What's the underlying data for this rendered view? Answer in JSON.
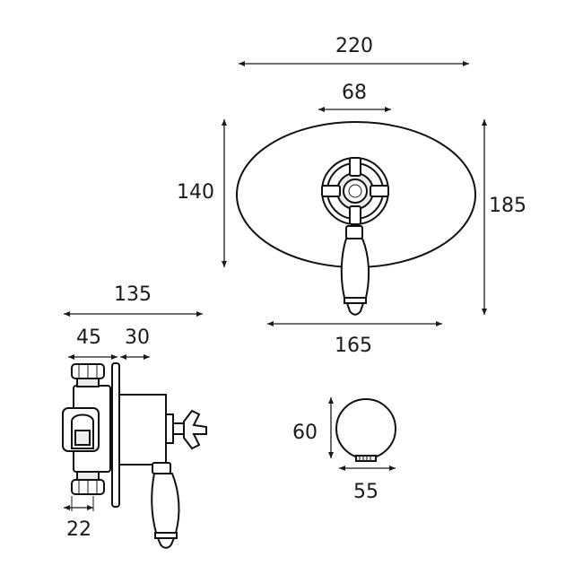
{
  "dimensions": {
    "plate_width": "220",
    "handle_width": "68",
    "plate_height": "140",
    "total_height": "185",
    "plate_bottom_width": "165",
    "side_depth": "135",
    "side_body": "45",
    "side_front": "30",
    "pipe_width": "22",
    "outlet_height": "60",
    "outlet_width": "55"
  }
}
